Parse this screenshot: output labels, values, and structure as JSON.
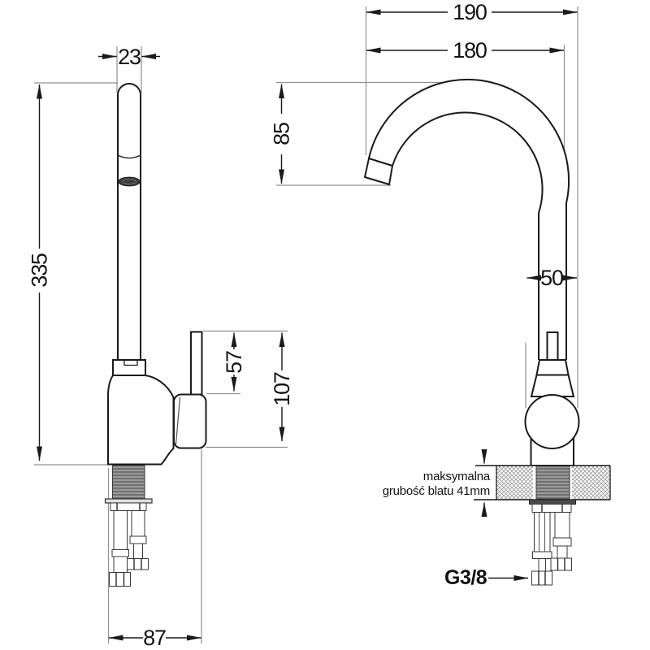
{
  "labels": {
    "dim_190": "190",
    "dim_180": "180",
    "dim_23": "23",
    "dim_335": "335",
    "dim_85": "85",
    "dim_50": "50",
    "dim_57": "57",
    "dim_107": "107",
    "dim_87": "87",
    "thread_size": "G3/8",
    "note_line1": "maksymalna",
    "note_line2": "grubość blatu 41mm"
  },
  "colors": {
    "object_line": "#1a1a1a",
    "extension_line": "#909090",
    "thread_gray": "#9a9a9a",
    "aerator": "#3d3d3d"
  }
}
